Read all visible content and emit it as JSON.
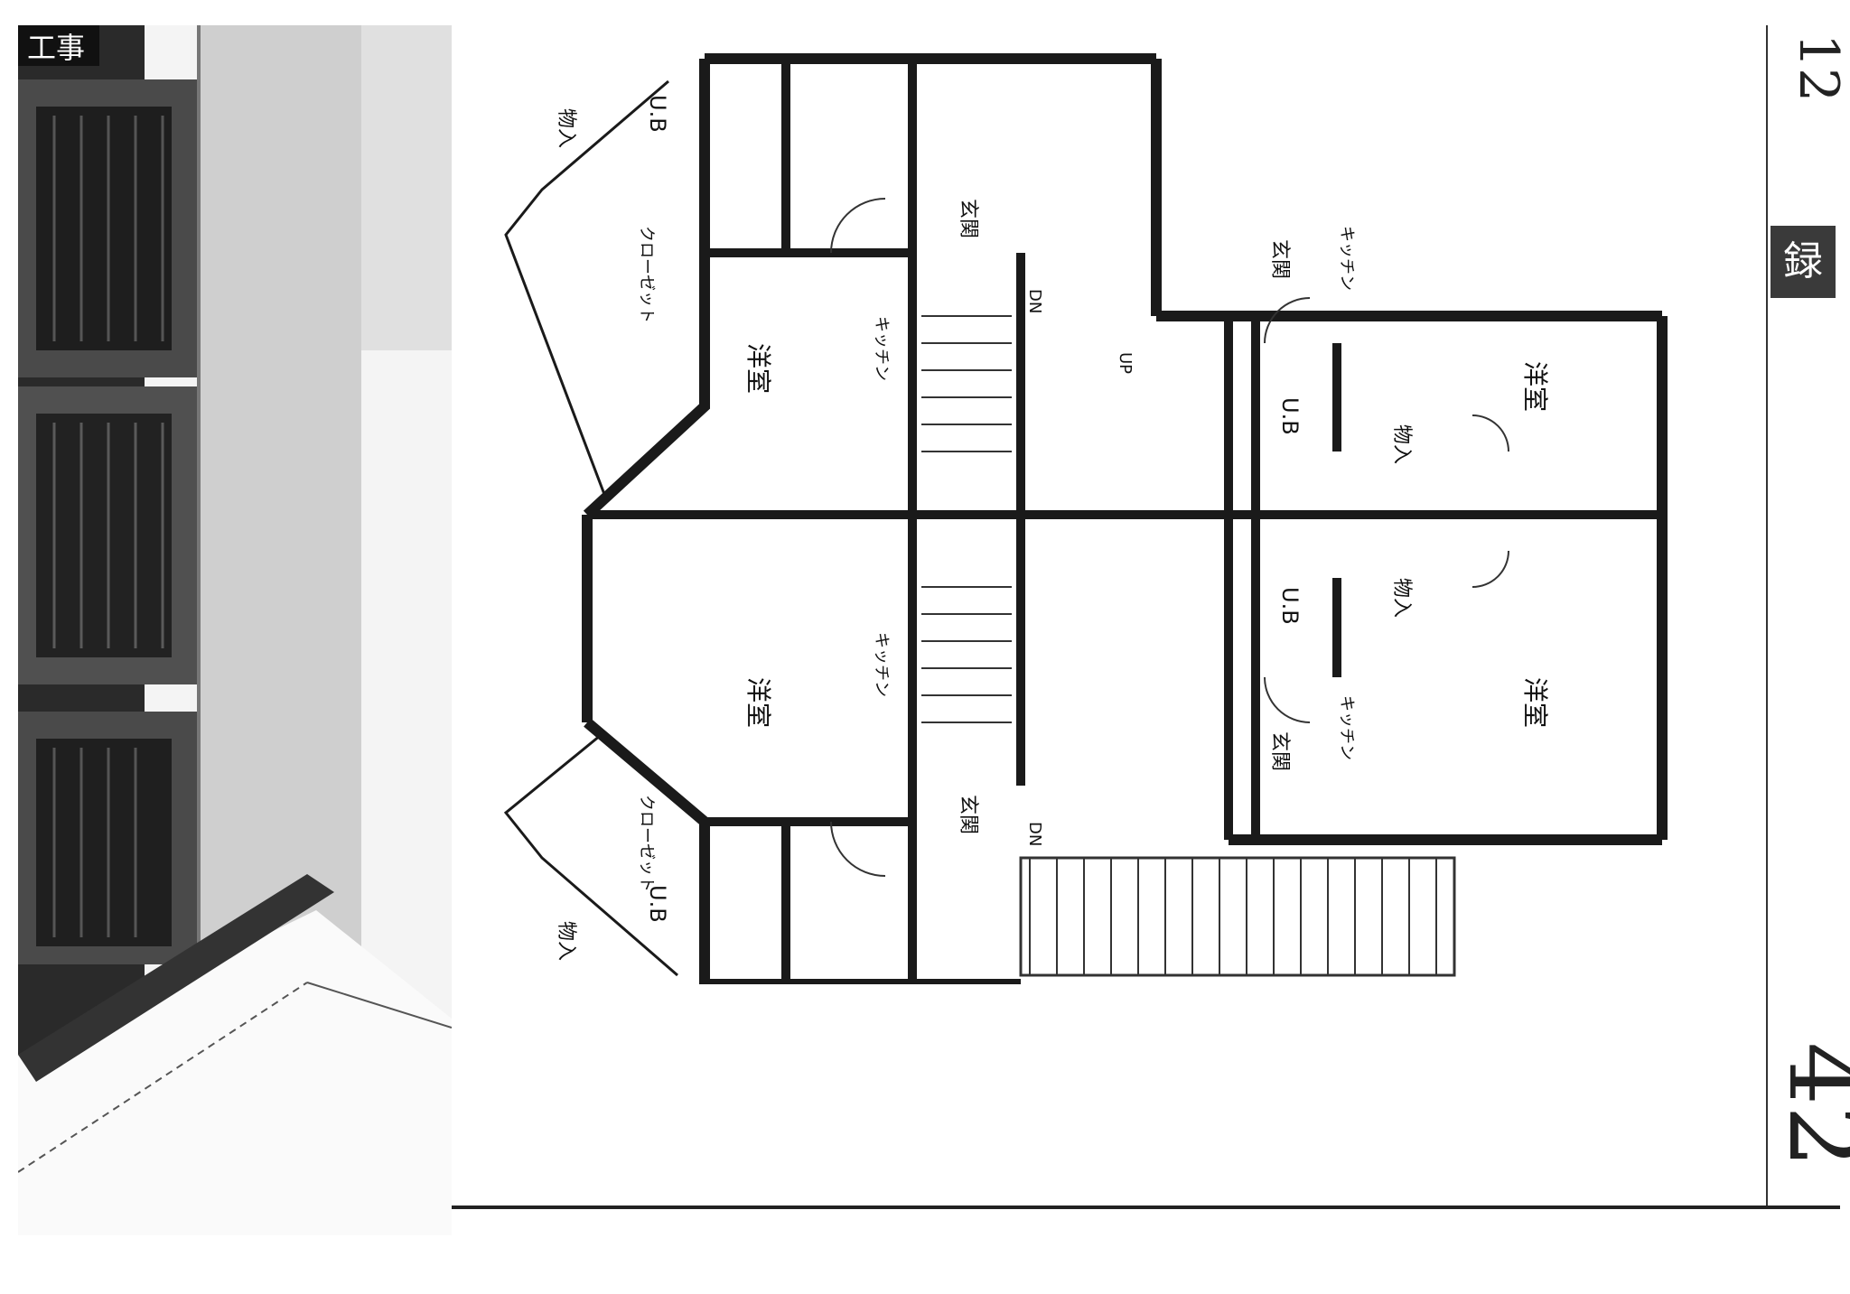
{
  "document": {
    "stamp_label": "録",
    "page_number": "42",
    "corner_note": "12"
  },
  "photo": {
    "sign_text": "工事"
  },
  "floorplan": {
    "units": {
      "top_left": {
        "room": "洋室",
        "bath": "U.B",
        "storage": "物入",
        "entrance": "玄関",
        "kitchen": "キッチン",
        "closet": "クローゼット"
      },
      "bottom_left": {
        "room": "洋室",
        "bath": "U.B",
        "storage": "物入",
        "entrance": "玄関",
        "kitchen": "キッチン",
        "closet": "クローゼット"
      },
      "top_right": {
        "room": "洋室",
        "bath": "U.B",
        "storage": "物入",
        "entrance": "玄関",
        "kitchen": "キッチン"
      },
      "bottom_right": {
        "room": "洋室",
        "bath": "U.B",
        "storage": "物入",
        "entrance": "玄関",
        "kitchen": "キッチン"
      }
    },
    "stairs_labels": [
      "DN",
      "DN",
      "UP"
    ]
  },
  "colors": {
    "wall": "#1a1a1a",
    "paper": "#ffffff",
    "tag_bg": "#3a3a3a"
  }
}
